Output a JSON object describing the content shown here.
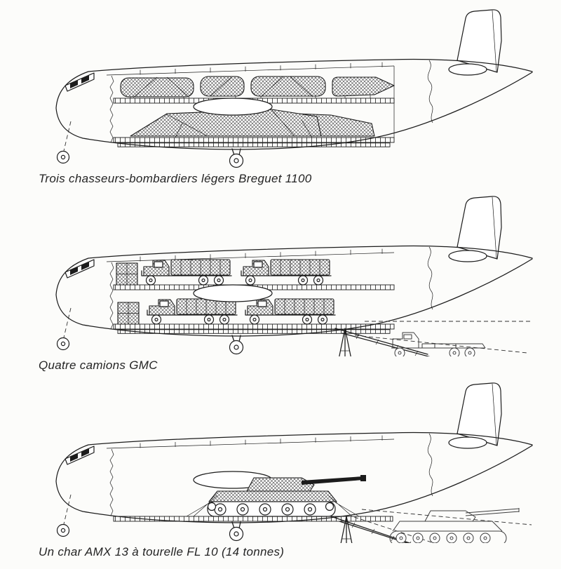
{
  "colors": {
    "ink": "#1c1c1c",
    "paper": "#fcfcfa"
  },
  "figure": {
    "panels": [
      {
        "caption": "Trois chasseurs-bombardiers légers Breguet 1100"
      },
      {
        "caption": "Quatre camions GMC"
      },
      {
        "caption": "Un char AMX 13 à tourelle FL 10  (14 tonnes)"
      }
    ]
  }
}
